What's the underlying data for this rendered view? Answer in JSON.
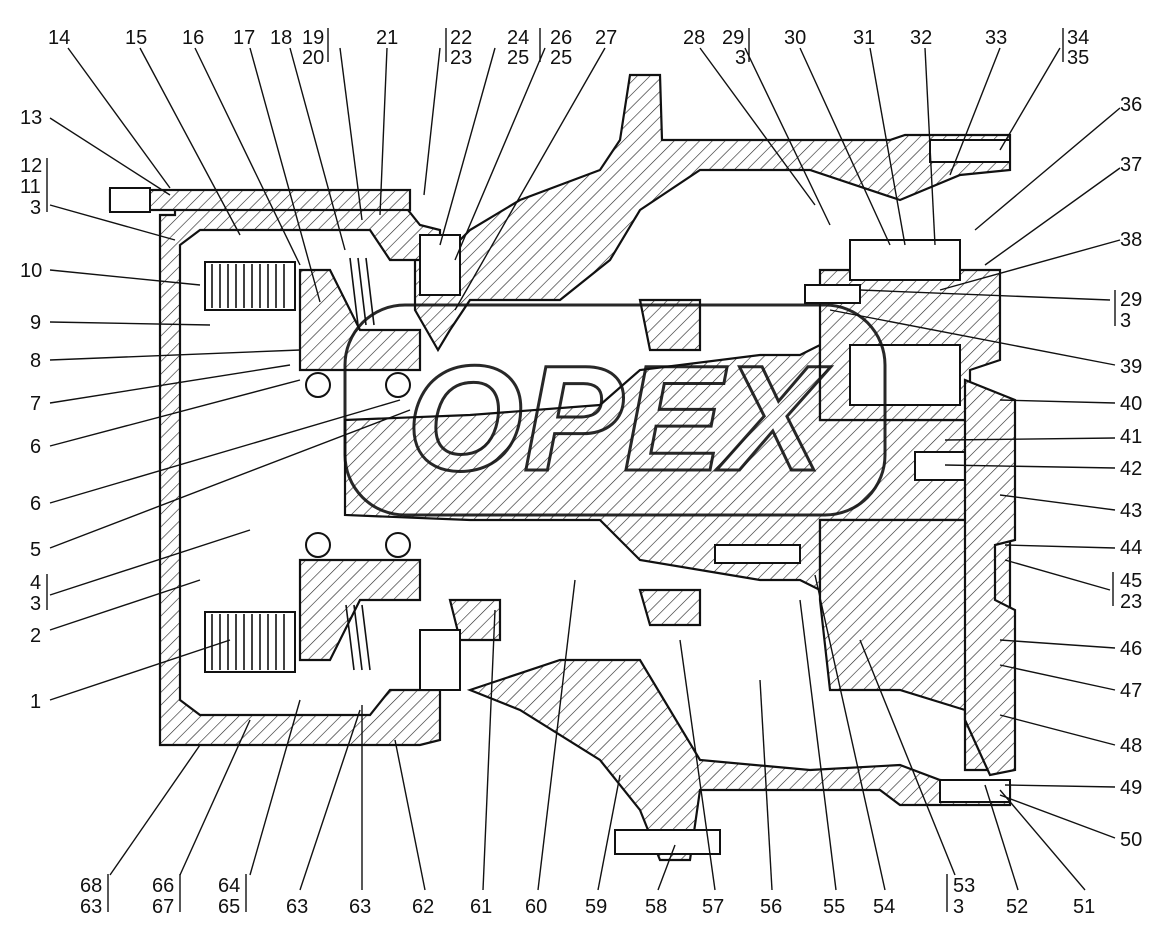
{
  "drawing": {
    "watermark": "OPEX",
    "callouts": {
      "top": [
        "14",
        "15",
        "16",
        "17",
        "18",
        "19",
        "20",
        "21",
        "22",
        "23",
        "24",
        "25",
        "26",
        "25",
        "27",
        "28",
        "29",
        "3",
        "30",
        "31",
        "32",
        "33",
        "34",
        "35"
      ],
      "right": [
        "36",
        "37",
        "38",
        "29",
        "3",
        "39",
        "40",
        "41",
        "42",
        "43",
        "44",
        "45",
        "23",
        "46",
        "47",
        "48",
        "49",
        "50"
      ],
      "bottom": [
        "68",
        "63",
        "66",
        "67",
        "64",
        "65",
        "63",
        "63",
        "62",
        "61",
        "60",
        "59",
        "58",
        "57",
        "56",
        "55",
        "54",
        "53",
        "3",
        "52",
        "51"
      ],
      "left": [
        "13",
        "12",
        "11",
        "3",
        "10",
        "9",
        "8",
        "7",
        "6",
        "6",
        "5",
        "4",
        "3",
        "2",
        "1"
      ]
    }
  }
}
